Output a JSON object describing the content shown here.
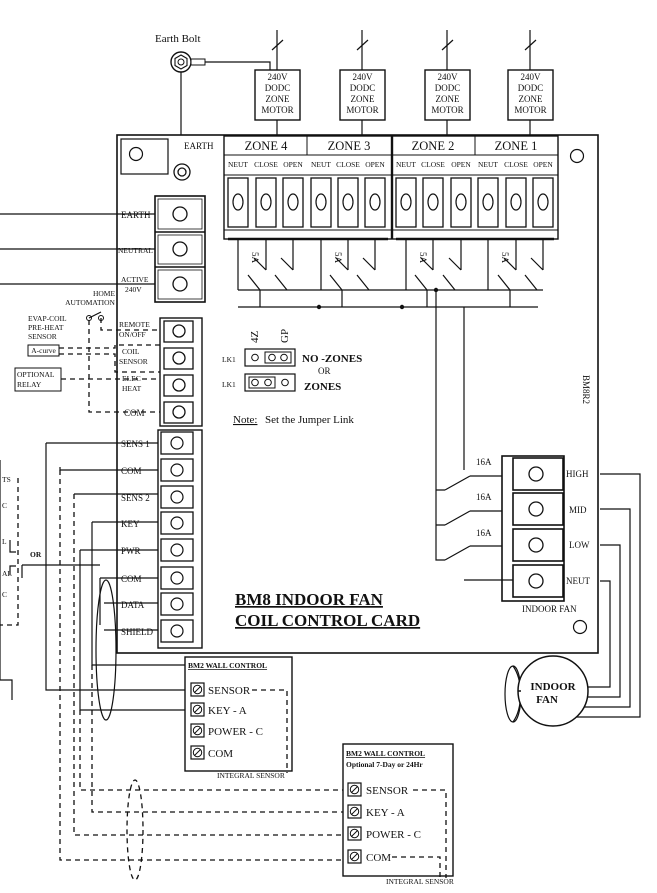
{
  "earth_bolt_label": "Earth Bolt",
  "motors": [
    {
      "lines": [
        "240V",
        "DODC",
        "ZONE",
        "MOTOR"
      ]
    },
    {
      "lines": [
        "240V",
        "DODC",
        "ZONE",
        "MOTOR"
      ]
    },
    {
      "lines": [
        "240V",
        "DODC",
        "ZONE",
        "MOTOR"
      ]
    },
    {
      "lines": [
        "240V",
        "DODC",
        "ZONE",
        "MOTOR"
      ]
    }
  ],
  "board_earth_label": "EARTH",
  "zones": [
    "ZONE 4",
    "ZONE 3",
    "ZONE 2",
    "ZONE 1"
  ],
  "zone_terminal_labels": [
    "NEUT",
    "CLOSE",
    "OPEN"
  ],
  "relay_fuse_label": "5A",
  "power_terminals": [
    "EARTH",
    "NEUTRAL",
    "ACTIVE 240V"
  ],
  "home_automation_label": [
    "HOME",
    "AUTOMATION"
  ],
  "evap_coil_label": [
    "EVAP-COIL",
    "PRE-HEAT",
    "SENSOR"
  ],
  "a_curve_label": "A-curve",
  "optional_relay_label": [
    "OPTIONAL",
    "RELAY"
  ],
  "control_terminals": [
    "REMOTE ON/OFF",
    "COIL SENSOR",
    "ELEC HEAT",
    "COM"
  ],
  "jumper": {
    "col_4z": "4Z",
    "col_gp": "GP",
    "lk1": "LK1",
    "no_zones": "NO -ZONES",
    "or": "OR",
    "zones": "ZONES",
    "note_label": "Note:",
    "note_text": "Set the Jumper Link"
  },
  "model_code": "BM8R2",
  "sensor_terminals": [
    "SENS 1",
    "COM",
    "SENS 2",
    "KEY",
    "PWR",
    "COM",
    "DATA",
    "SHIELD"
  ],
  "left_partial": {
    "ts": "TS",
    "c1": "C",
    "l": "L",
    "or": "OR",
    "al": "AL",
    "c2": "C"
  },
  "fan_fuse_label": "16A",
  "fan_terminals": [
    "HIGH",
    "MID",
    "LOW",
    "NEUT"
  ],
  "indoor_fan_label": "INDOOR FAN",
  "board_title": [
    "BM8 INDOOR FAN",
    "COIL CONTROL CARD"
  ],
  "motor_label": [
    "INDOOR",
    "FAN"
  ],
  "wall_control_1": {
    "title": "BM2 WALL CONTROL",
    "subtitle": "",
    "terminals": [
      "SENSOR",
      "KEY - A",
      "POWER - C",
      "COM"
    ],
    "footer": "INTEGRAL SENSOR"
  },
  "wall_control_2": {
    "title": "BM2 WALL CONTROL",
    "subtitle": "Optional 7-Day or 24Hr",
    "terminals": [
      "SENSOR",
      "KEY - A",
      "POWER - C",
      "COM"
    ],
    "footer": "INTEGRAL SENSOR"
  }
}
